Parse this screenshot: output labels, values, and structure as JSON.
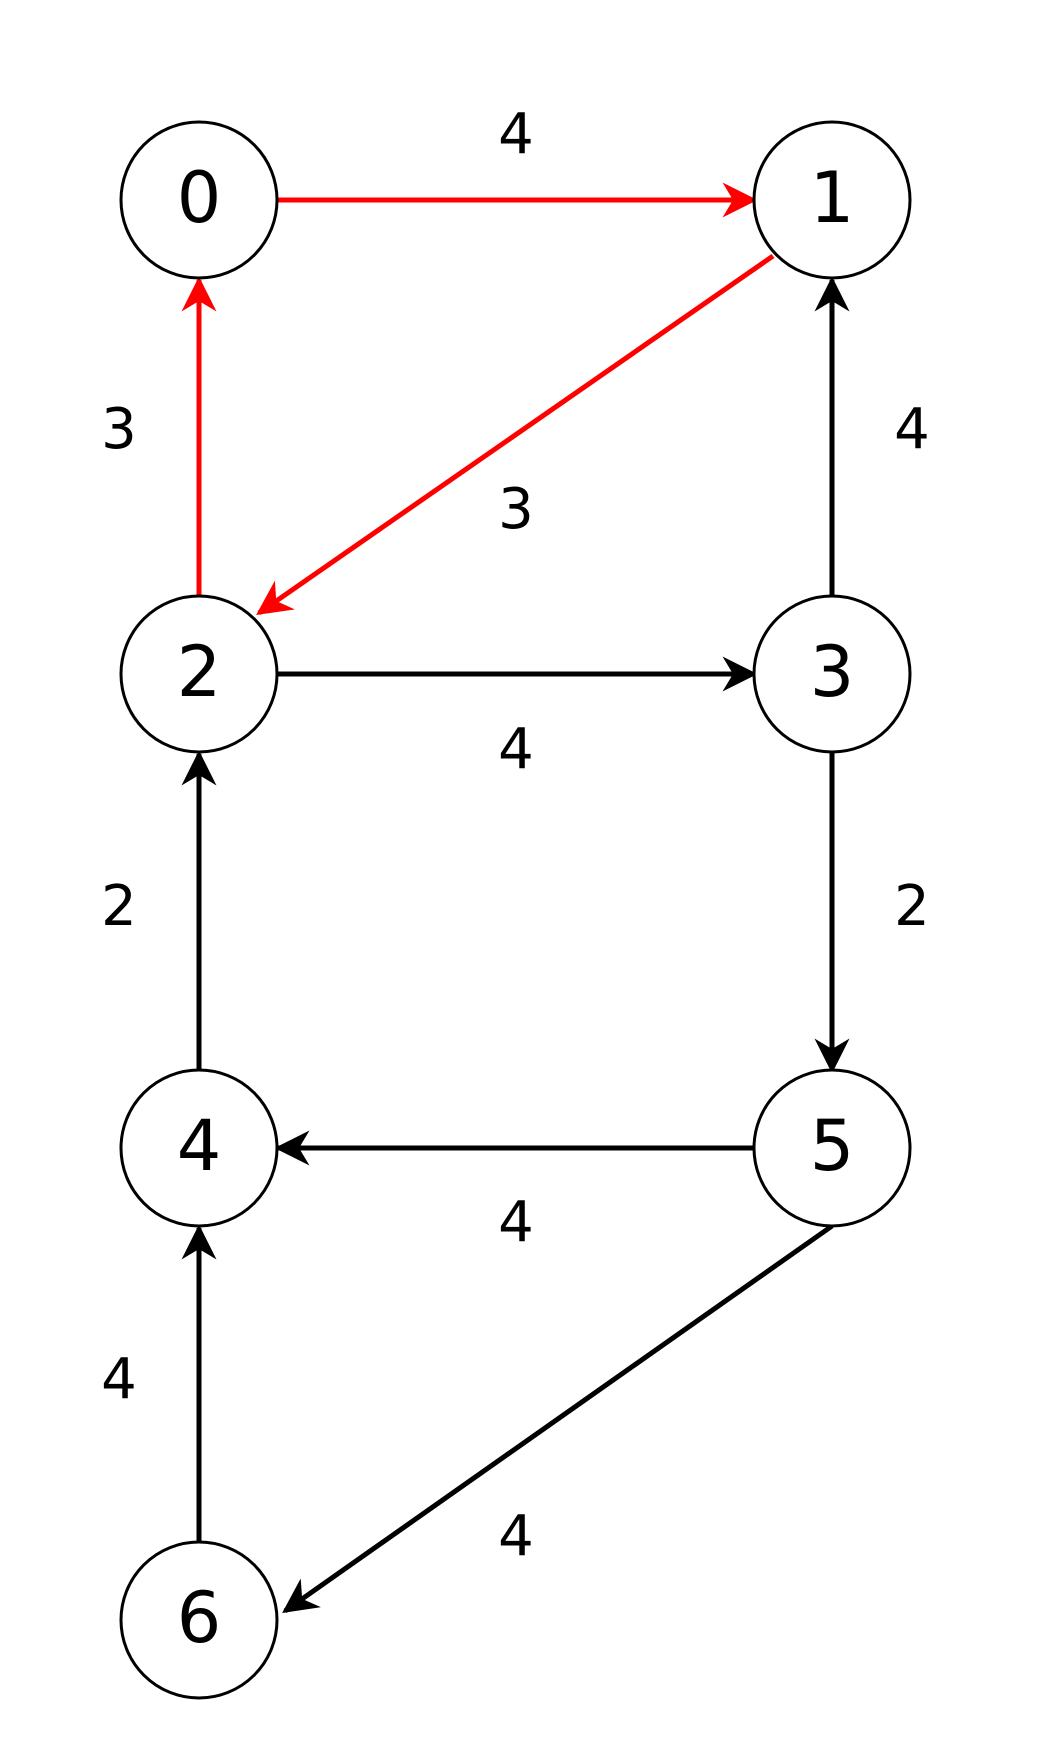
{
  "colors": {
    "highlight": "#ff0000",
    "default": "#000000"
  },
  "nodes": [
    {
      "id": "n0",
      "label": "0"
    },
    {
      "id": "n1",
      "label": "1"
    },
    {
      "id": "n2",
      "label": "2"
    },
    {
      "id": "n3",
      "label": "3"
    },
    {
      "id": "n4",
      "label": "4"
    },
    {
      "id": "n5",
      "label": "5"
    },
    {
      "id": "n6",
      "label": "6"
    }
  ],
  "edges": [
    {
      "id": "e0-1",
      "from": "0",
      "to": "1",
      "weight": "4",
      "highlighted": true
    },
    {
      "id": "e1-2",
      "from": "1",
      "to": "2",
      "weight": "3",
      "highlighted": true
    },
    {
      "id": "e2-0",
      "from": "2",
      "to": "0",
      "weight": "3",
      "highlighted": true
    },
    {
      "id": "e2-3",
      "from": "2",
      "to": "3",
      "weight": "4",
      "highlighted": false
    },
    {
      "id": "e3-1",
      "from": "3",
      "to": "1",
      "weight": "4",
      "highlighted": false
    },
    {
      "id": "e3-5",
      "from": "3",
      "to": "5",
      "weight": "2",
      "highlighted": false
    },
    {
      "id": "e4-2",
      "from": "4",
      "to": "2",
      "weight": "2",
      "highlighted": false
    },
    {
      "id": "e5-4",
      "from": "5",
      "to": "4",
      "weight": "4",
      "highlighted": false
    },
    {
      "id": "e5-6",
      "from": "5",
      "to": "6",
      "weight": "4",
      "highlighted": false
    },
    {
      "id": "e6-4",
      "from": "6",
      "to": "4",
      "weight": "4",
      "highlighted": false
    }
  ]
}
